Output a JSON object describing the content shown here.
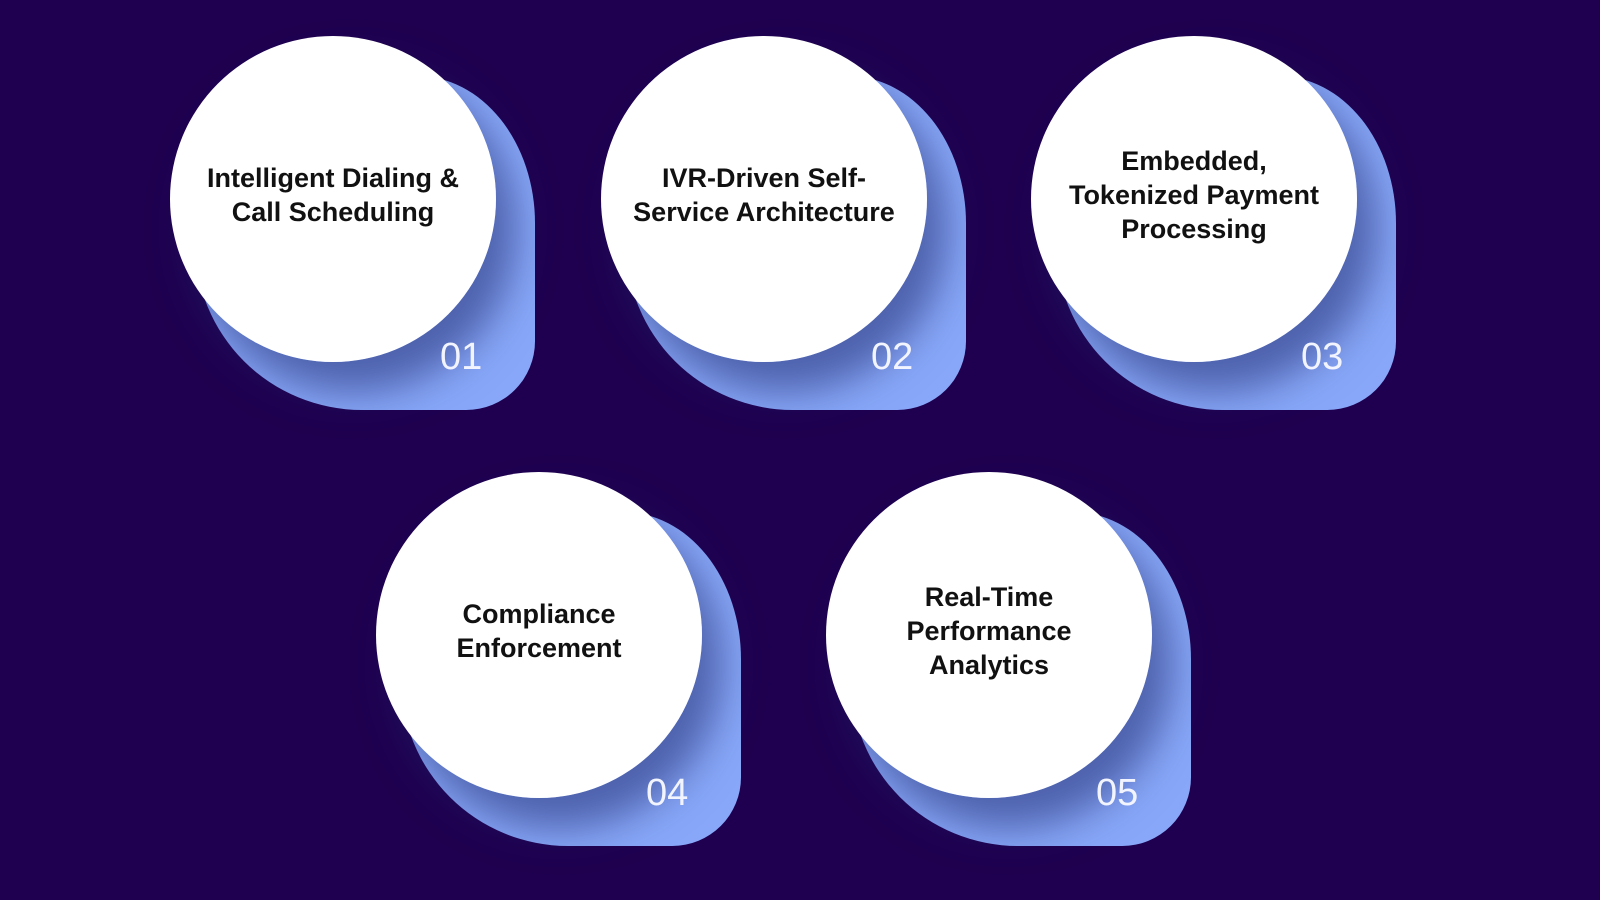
{
  "colors": {
    "background": "#1f0050",
    "accent_blob": "#88a7f8",
    "circle": "#ffffff",
    "label_text": "#111111",
    "number_text": "#f2f4ff"
  },
  "items": [
    {
      "number": "01",
      "label": "Intelligent Dialing & Call Scheduling"
    },
    {
      "number": "02",
      "label": "IVR-Driven Self-Service Architecture"
    },
    {
      "number": "03",
      "label": "Embedded, Tokenized Payment Processing"
    },
    {
      "number": "04",
      "label": "Compliance Enforcement"
    },
    {
      "number": "05",
      "label": "Real-Time Performance Analytics"
    }
  ]
}
